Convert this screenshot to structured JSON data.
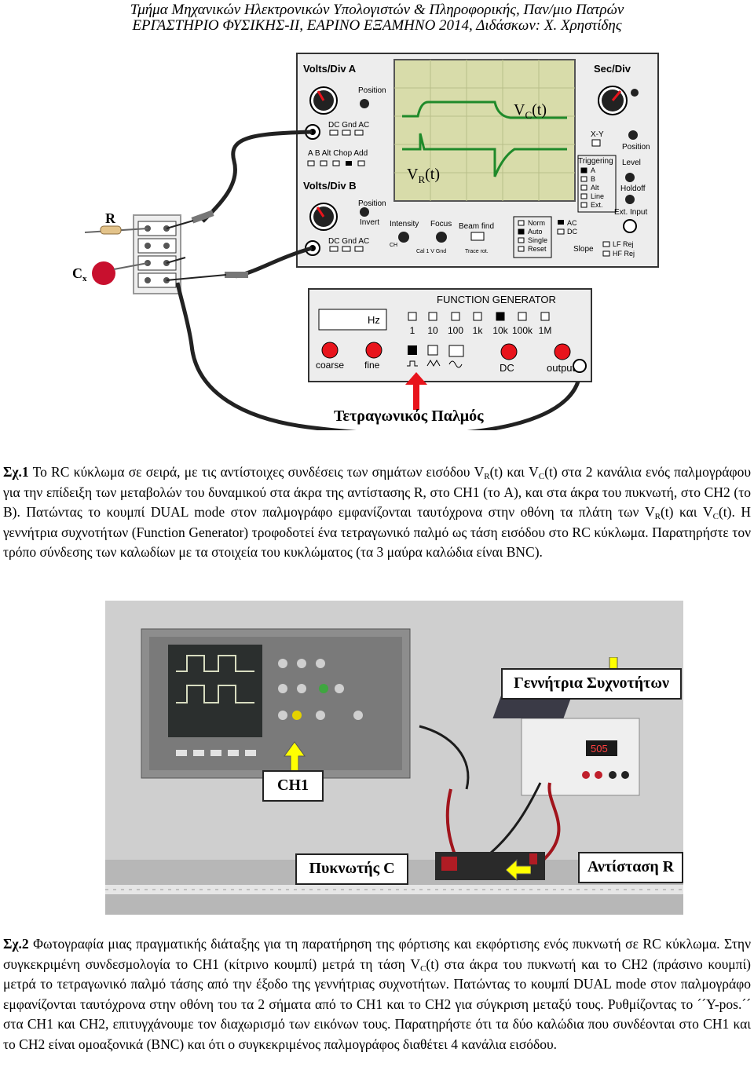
{
  "header": {
    "line1": "Τμήμα Μηχανικών Ηλεκτρονικών Υπολογιστών & Πληροφορικής, Παν/μιο Πατρών",
    "line2": "ΕΡΓΑΣΤΗΡΙΟ ΦΥΣΙΚΗΣ-ΙΙ, ΕΑΡΙΝΟ ΕΞΑΜΗΝΟ 2014, Διδάσκων: Χ. Χρηστίδης"
  },
  "figure1": {
    "osc": {
      "volts_a": "Volts/Div A",
      "volts_b": "Volts/Div B",
      "position": "Position",
      "coupling": "DC  Gnd  AC",
      "mode_row": "A   B   Alt  Chop Add",
      "invert": "Invert",
      "sec_div": "Sec/Div",
      "xy": "X-Y",
      "triggering": "Triggering",
      "trig_sources": [
        "A",
        "B",
        "Alt",
        "Line",
        "Ext."
      ],
      "level": "Level",
      "holdoff": "Holdoff",
      "ext_input": "Ext. Input",
      "intensity": "Intensity",
      "focus": "Focus",
      "beam_find": "Beam find",
      "trig_modes": [
        "Norm",
        "Auto",
        "Single",
        "Reset"
      ],
      "ac_dc": [
        "AC",
        "DC"
      ],
      "slope": "Slope",
      "lf_rej": "LF Rej",
      "hf_rej": "HF Rej",
      "ch_label": "CH",
      "cal_label": "Cal 1 V   Gnd",
      "trace_rot": "Trace rot.",
      "vc_label": "V",
      "vc_sub": "C",
      "vc_suffix": "(t)",
      "vr_label": "V",
      "vr_sub": "R",
      "vr_suffix": "(t)"
    },
    "circuit": {
      "r_label": "R",
      "cx_label": "C",
      "cx_sub": "x"
    },
    "fg": {
      "title": "FUNCTION GENERATOR",
      "hz": "Hz",
      "ranges": [
        "1",
        "10",
        "100",
        "1k",
        "10k",
        "100k",
        "1M"
      ],
      "coarse": "coarse",
      "fine": "fine",
      "dc": "DC",
      "output": "output"
    },
    "square_pulse": "Τετραγωνικός Παλμός"
  },
  "caption1": {
    "label": "Σχ.1",
    "text": " Το RC κύκλωμα σε σειρά, με τις αντίστοιχες συνδέσεις των σημάτων εισόδου V"
  },
  "photo": {
    "generator_label": "Γεννήτρια Συχνοτήτων",
    "ch1_label": "CH1",
    "capacitor_label": "Πυκνωτής C",
    "resistor_label": "Αντίσταση R",
    "generator_display": "505"
  },
  "caption2": {
    "label": "Σχ.2"
  },
  "colors": {
    "yellow_arrow": "#ffff00",
    "red_arrow": "#e8141c",
    "screen": "#d6dca8",
    "trace": "#1f8a2a"
  }
}
